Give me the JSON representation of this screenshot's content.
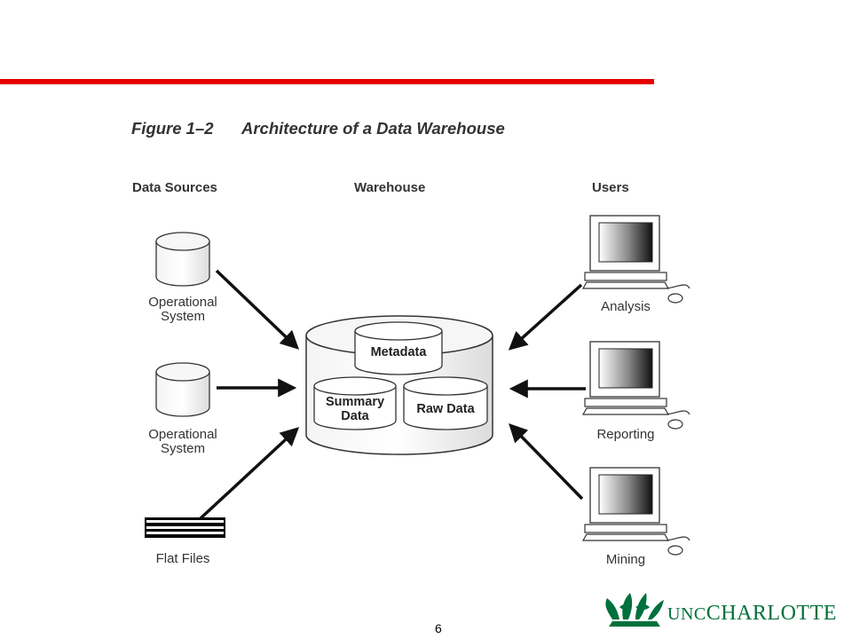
{
  "figure": {
    "number": "Figure 1–2",
    "title": "Architecture of a Data Warehouse"
  },
  "columns": {
    "sources": "Data Sources",
    "warehouse": "Warehouse",
    "users": "Users"
  },
  "sources": [
    {
      "label_line1": "Operational",
      "label_line2": "System",
      "icon": "database-cylinder-icon"
    },
    {
      "label_line1": "Operational",
      "label_line2": "System",
      "icon": "database-cylinder-icon"
    },
    {
      "label": "Flat Files",
      "icon": "flat-files-icon"
    }
  ],
  "warehouse": {
    "metadata": "Metadata",
    "summary_line1": "Summary",
    "summary_line2": "Data",
    "raw_data": "Raw Data"
  },
  "users": [
    {
      "label": "Analysis",
      "icon": "computer-workstation-icon"
    },
    {
      "label": "Reporting",
      "icon": "computer-workstation-icon"
    },
    {
      "label": "Mining",
      "icon": "computer-workstation-icon"
    }
  ],
  "footer": {
    "page_number": "6",
    "logo_prefix": "UNC",
    "logo_name": "CHARLOTTE"
  },
  "colors": {
    "accent_line": "#e60000",
    "logo_green": "#00703c"
  }
}
